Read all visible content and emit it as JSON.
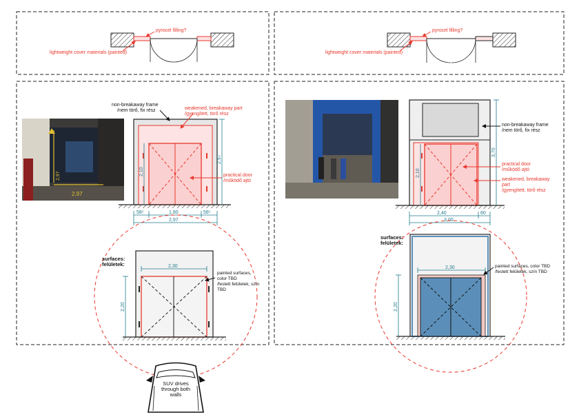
{
  "colors": {
    "red": "#e8372c",
    "teal": "#1f7a8c",
    "door_blue": "#5b8fb9",
    "pink_fill": "#fde3e3"
  },
  "left": {
    "plan": {
      "pyrocel": "pyrocel filling?",
      "cover": "lightweight cover materials (painted)"
    },
    "elev": {
      "frame_label_1": "non-breakaway frame",
      "frame_label_2": "/nem törő, fix rész",
      "weak_label_1": "weakened, breakaway part",
      "weak_label_2": "/gyengített, törő rész",
      "door_label_1": "practical door",
      "door_label_2": "/működő ajtó",
      "dim_height": "2,10",
      "dim_total_h": "2,97",
      "dim_a": "58⁵",
      "dim_b": "1,80",
      "dim_c": "58⁵",
      "dim_total_w": "2,97",
      "photo_dim_1": "2,97",
      "photo_dim_2": "2,97"
    },
    "surf": {
      "label_1": "surfaces:",
      "label_2": "felületek:",
      "dim_w": "2,30",
      "dim_h": "2,20",
      "note_1": "painted surfaces,",
      "note_2": "color TBD",
      "note_3": "/festett felületek, szín",
      "note_4": "TBD"
    },
    "car": {
      "line_1": "SUV drives",
      "line_2": "through both",
      "line_3": "walls"
    }
  },
  "right": {
    "plan": {
      "pyrocel": "pyrocel filling?",
      "cover": "lightweight cover materials (painted)"
    },
    "elev": {
      "frame_label_1": "non-breakaway frame",
      "frame_label_2": "/nem törő, fix rész",
      "door_label_1": "practical door",
      "door_label_2": "/működő ajtó",
      "weak_label_1": "weakened, breakaway",
      "weak_label_2": "part",
      "weak_label_3": "/gyengített, törő rész",
      "dim_height": "2,10",
      "dim_total_h": "3,70",
      "dim_a": "2,40",
      "dim_b": "60",
      "dim_total_w": "3,00"
    },
    "surf": {
      "label_1": "surfaces:",
      "label_2": "felületek:",
      "dim_w": "2,30",
      "dim_h": "2,20",
      "note_1": "painted surfaces, color TBD",
      "note_2": "/festett felületek, szín TBD"
    }
  }
}
